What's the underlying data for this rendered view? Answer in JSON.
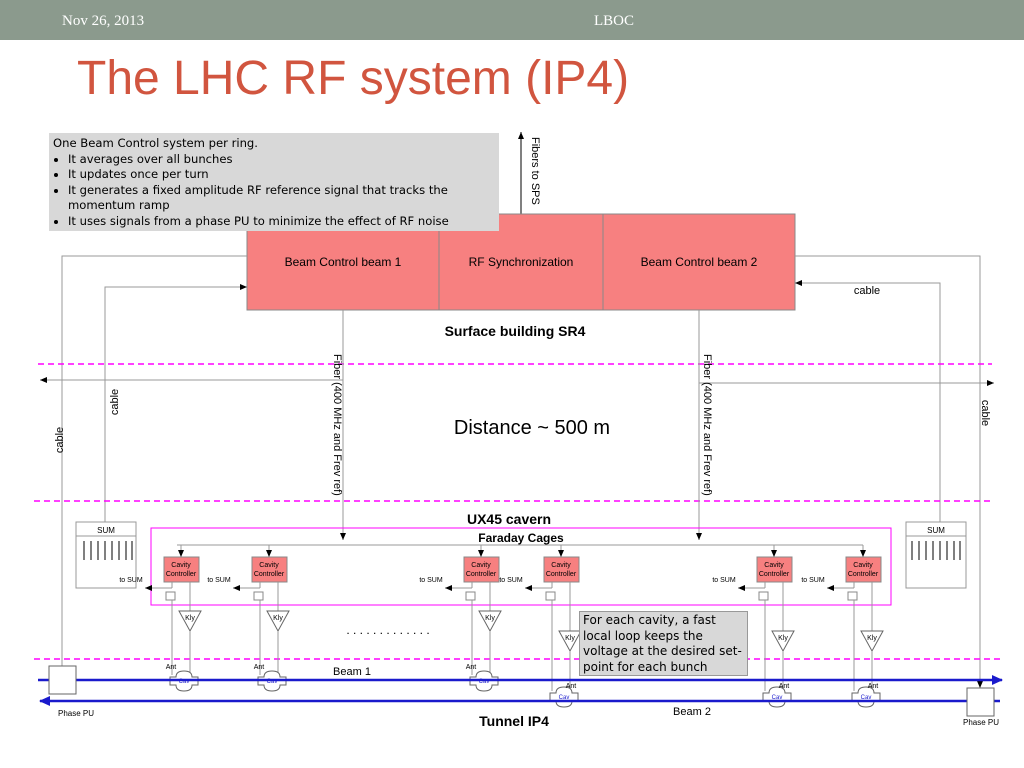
{
  "header": {
    "date": "Nov 26, 2013",
    "conference": "LBOC"
  },
  "title": "The LHC RF system (IP4)",
  "note_box": {
    "heading": "One Beam Control system per ring.",
    "bullets": [
      "It averages over all bunches",
      "It updates once per turn",
      "It generates a fixed amplitude RF reference signal that tracks the momentum ramp",
      " It uses signals from a phase PU to minimize the effect of RF noise"
    ]
  },
  "surface": {
    "boxes": [
      "Beam Control beam 1",
      "RF Synchronization",
      "Beam Control beam 2"
    ],
    "label": "Surface building SR4",
    "fibers_sps": "Fibers to SPS",
    "cable": "cable"
  },
  "distance": "Distance ~ 500 m",
  "fiber_label": "Fiber (400 MHz and Frev ref)",
  "cavern": {
    "title": "UX45 cavern",
    "faraday": "Faraday Cages"
  },
  "sum_label": "SUM",
  "to_sum": "to SUM",
  "cavity_controller": [
    "Cavity",
    "Controller"
  ],
  "kly": "Kly",
  "ant": "Ant",
  "cav": "Cav",
  "dots": ". . . . . . . . . . . . .",
  "note2": "For each cavity, a fast local loop keeps the voltage at the desired set-point for each bunch",
  "beam1": "Beam 1",
  "beam2": "Beam 2",
  "tunnel": "Tunnel IP4",
  "phase_pu": "Phase PU",
  "colors": {
    "accent": "#d1553f",
    "box_red": "#f78080",
    "magenta": "#ff00ff",
    "beam": "#1a1acc",
    "topbar": "#8b9a8d"
  }
}
